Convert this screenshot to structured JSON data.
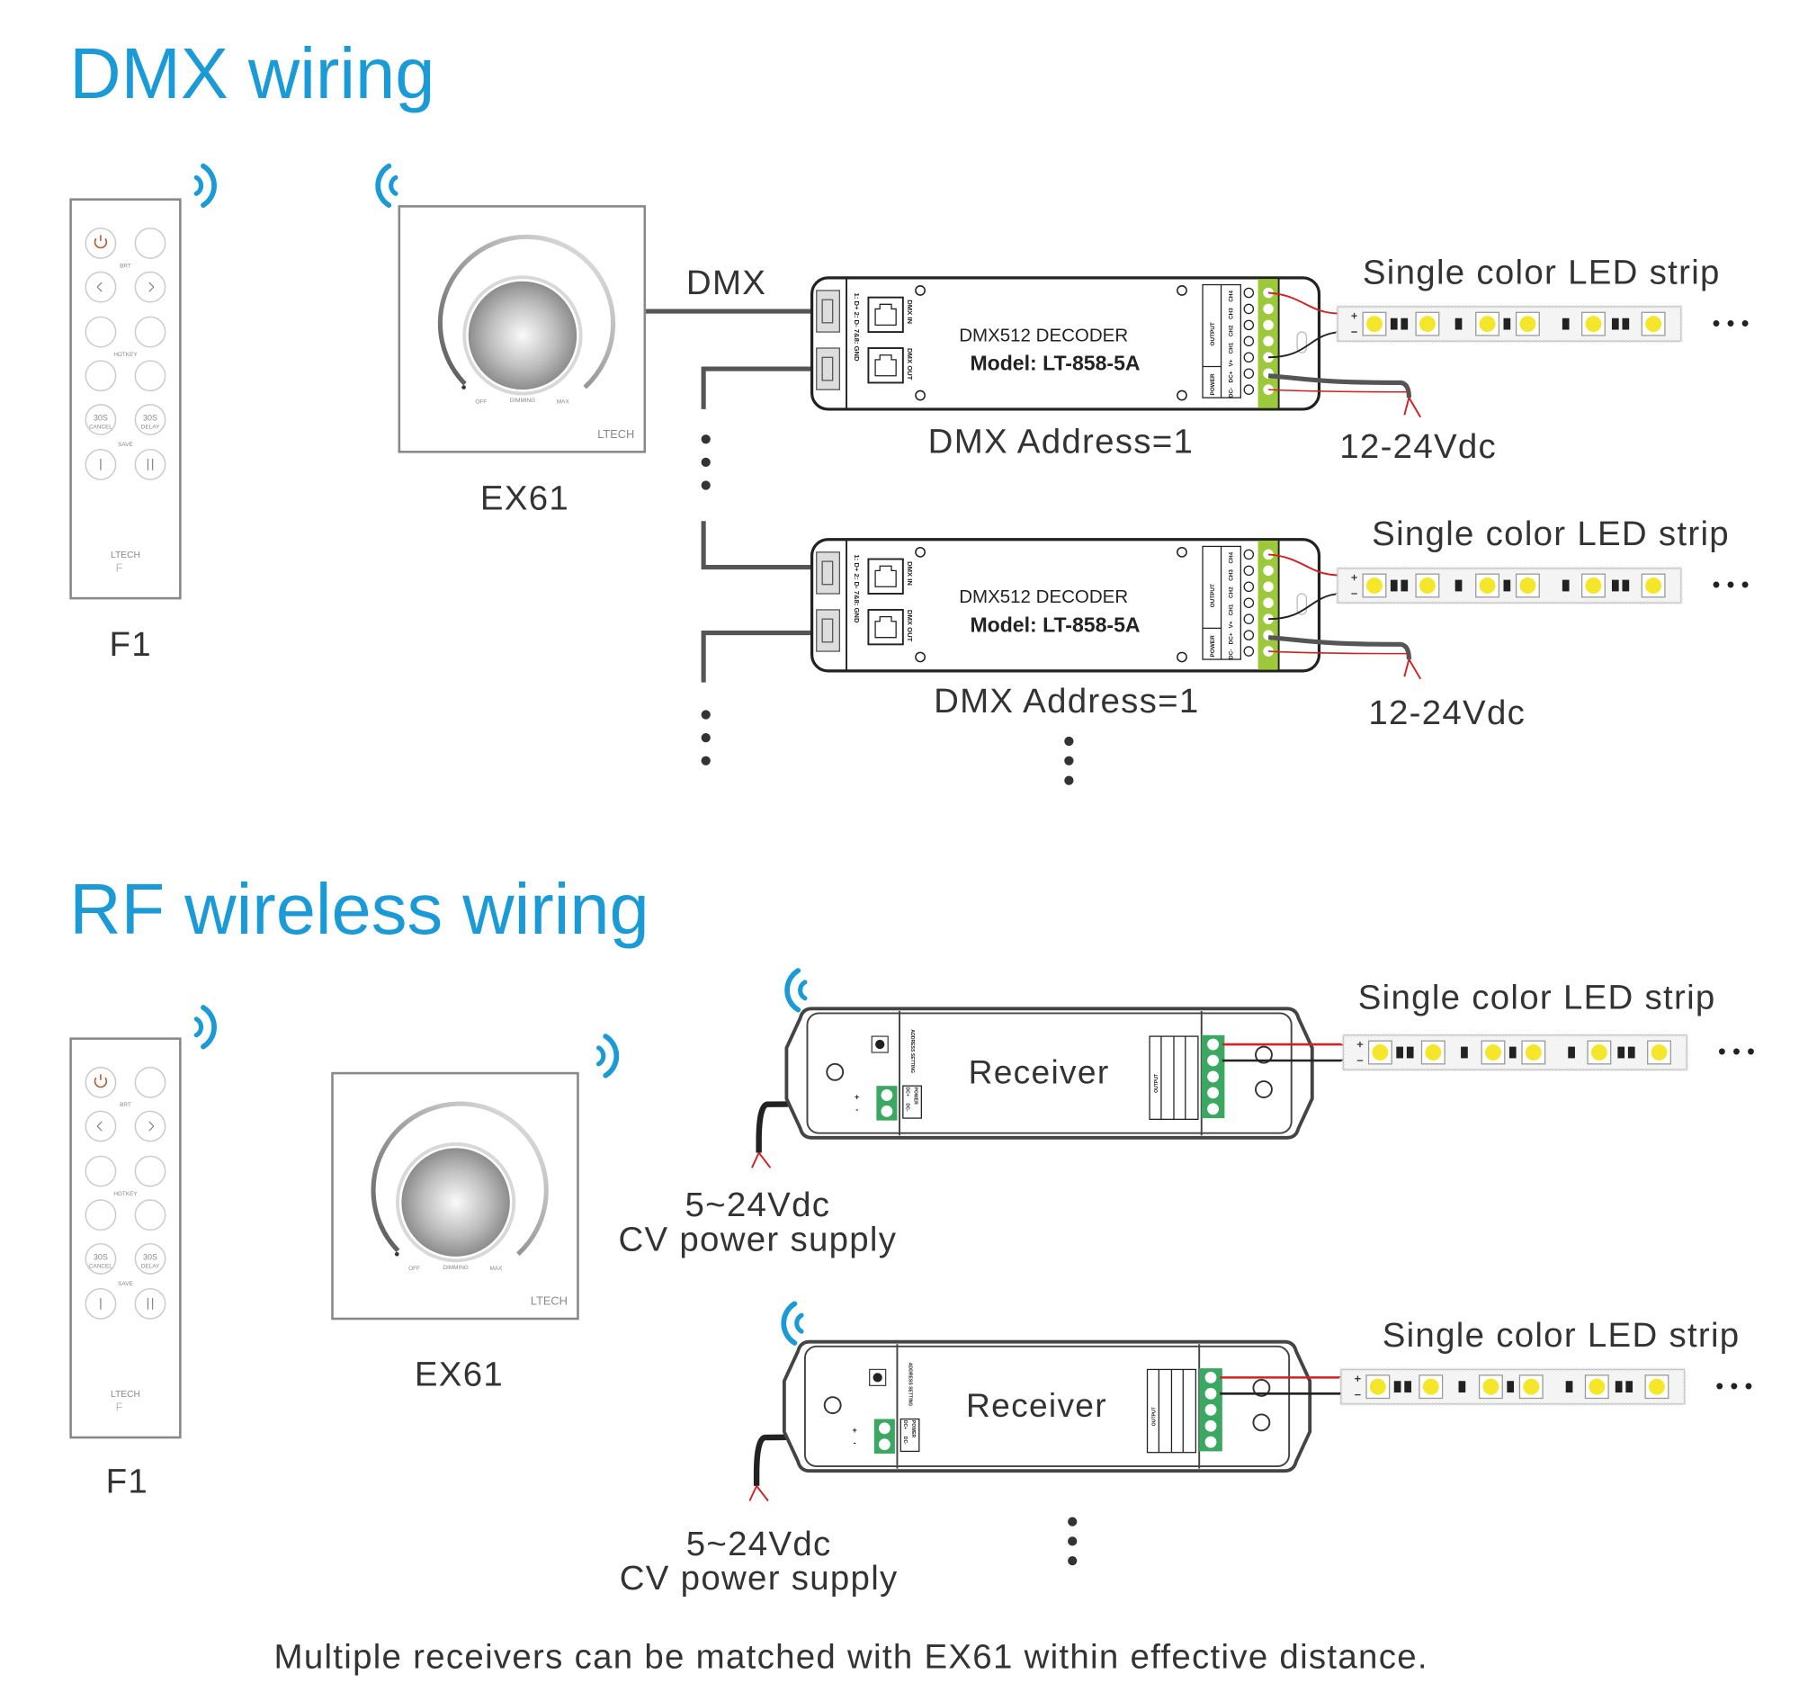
{
  "colors": {
    "accent": "#1b9ad8",
    "terminal_green": "#9cc93a",
    "receiver_terminal_green": "#3aa860",
    "wire_red": "#d42020"
  },
  "dmx_section": {
    "title": "DMX wiring",
    "remote_label": "F1",
    "panel_label": "EX61",
    "dmx_line_label": "DMX",
    "decoders": [
      {
        "name": "DMX512 DECODER",
        "model": "Model: LT-858-5A",
        "address": "DMX Address=1",
        "strip_label": "Single color LED strip",
        "power": "12-24Vdc"
      },
      {
        "name": "DMX512 DECODER",
        "model": "Model: LT-858-5A",
        "address": "DMX Address=1",
        "strip_label": "Single color LED strip",
        "power": "12-24Vdc"
      }
    ]
  },
  "rf_section": {
    "title": "RF wireless wiring",
    "remote_label": "F1",
    "panel_label": "EX61",
    "receivers": [
      {
        "name": "Receiver",
        "strip_label": "Single color LED strip",
        "power_voltage": "5~24Vdc",
        "power_type": "CV power supply"
      },
      {
        "name": "Receiver",
        "strip_label": "Single color LED strip",
        "power_voltage": "5~24Vdc",
        "power_type": "CV power supply"
      }
    ]
  },
  "remote": {
    "brand": "LTECH",
    "model_mark": "F",
    "brt": "BRT",
    "hotkey": "HOTKEY",
    "save": "SAVE",
    "timer": "30S",
    "cancel": "CANCEL",
    "delay": "DELAY"
  },
  "panel": {
    "brand": "LTECH",
    "off": "OFF",
    "dimming": "DIMMING",
    "max": "MAX"
  },
  "decoder_labels": {
    "dmx_in": "DMX IN",
    "dmx_out": "DMX OUT",
    "pins": "1: D+  2: D-  7&8: GND",
    "output": "OUTPUT",
    "power": "POWER",
    "ch1": "CH1",
    "ch2": "CH2",
    "ch3": "CH3",
    "ch4": "CH4",
    "vplus": "V+",
    "dcplus": "DC+",
    "dcminus": "DC-"
  },
  "receiver_labels": {
    "address_setting": "ADDRESS SETTING",
    "power": "POWER",
    "dcplus": "DC+",
    "dcminus": "DC-",
    "output": "OUTPUT",
    "plus": "+",
    "minus": "-"
  },
  "continuation": "• • •",
  "footer": "Multiple receivers can be matched with EX61 within effective distance."
}
